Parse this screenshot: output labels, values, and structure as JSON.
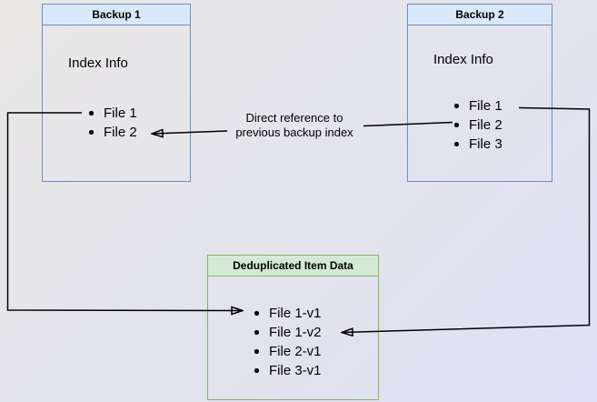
{
  "colors": {
    "blue_box_border": "#6c8ebf",
    "blue_header_fill": "#dae8fc",
    "green_box_border": "#82b366",
    "green_header_fill": "#d5e8d4",
    "edge_color": "#000000",
    "background_top_left": "#eae8e6",
    "background_bottom_right": "#dfe0f4"
  },
  "backup1": {
    "title": "Backup 1",
    "index_label": "Index Info",
    "files": [
      "File 1",
      "File 2"
    ]
  },
  "backup2": {
    "title": "Backup 2",
    "index_label": "Index Info",
    "files": [
      "File 1",
      "File 2",
      "File 3"
    ]
  },
  "dedup": {
    "title": "Deduplicated Item Data",
    "items": [
      "File 1-v1",
      "File 1-v2",
      "File 2-v1",
      "File 3-v1"
    ]
  },
  "edge_label": {
    "line1": "Direct reference to",
    "line2": "previous backup index"
  }
}
